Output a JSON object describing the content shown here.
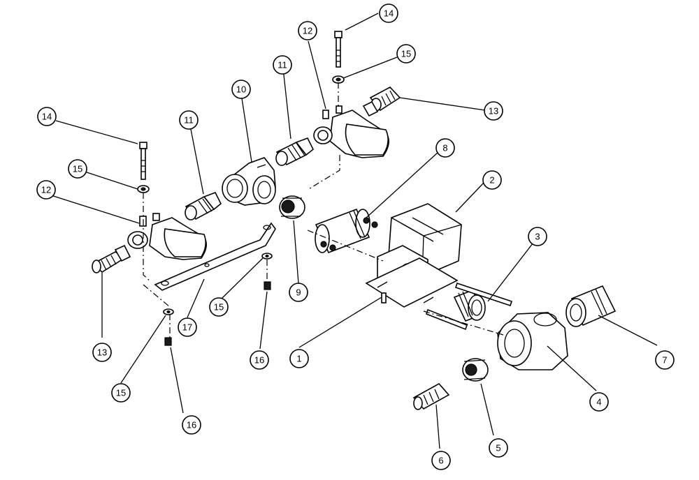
{
  "callouts": [
    {
      "id": "c14a",
      "label": "14"
    },
    {
      "id": "c12a",
      "label": "12"
    },
    {
      "id": "c15a",
      "label": "15"
    },
    {
      "id": "c11a",
      "label": "11"
    },
    {
      "id": "c10",
      "label": "10"
    },
    {
      "id": "c13a",
      "label": "13"
    },
    {
      "id": "c14b",
      "label": "14"
    },
    {
      "id": "c15b",
      "label": "15"
    },
    {
      "id": "c11b",
      "label": "11"
    },
    {
      "id": "c12b",
      "label": "12"
    },
    {
      "id": "c8",
      "label": "8"
    },
    {
      "id": "c2",
      "label": "2"
    },
    {
      "id": "c3",
      "label": "3"
    },
    {
      "id": "c13b",
      "label": "13"
    },
    {
      "id": "c9",
      "label": "9"
    },
    {
      "id": "c15c",
      "label": "15"
    },
    {
      "id": "c17",
      "label": "17"
    },
    {
      "id": "c16a",
      "label": "16"
    },
    {
      "id": "c1",
      "label": "1"
    },
    {
      "id": "c7",
      "label": "7"
    },
    {
      "id": "c15d",
      "label": "15"
    },
    {
      "id": "c4",
      "label": "4"
    },
    {
      "id": "c16b",
      "label": "16"
    },
    {
      "id": "c5",
      "label": "5"
    },
    {
      "id": "c6",
      "label": "6"
    }
  ]
}
